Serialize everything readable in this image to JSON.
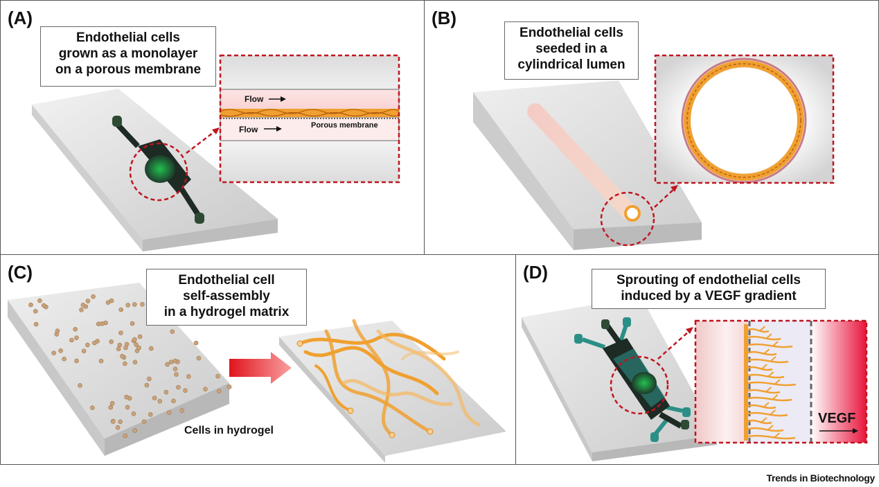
{
  "panels": {
    "a": {
      "label": "(A)",
      "title_lines": [
        "Endothelial cells",
        "grown as a monolayer",
        "on a porous membrane"
      ],
      "flow_top": "Flow",
      "flow_bottom": "Flow",
      "membrane_label": "Porous membrane"
    },
    "b": {
      "label": "(B)",
      "title_lines": [
        "Endothelial cells",
        "seeded in a",
        "cylindrical lumen"
      ]
    },
    "c": {
      "label": "(C)",
      "title_lines": [
        "Endothelial cell",
        "self-assembly",
        "in a hydrogel matrix"
      ],
      "cells_label": "Cells in hydrogel"
    },
    "d": {
      "label": "(D)",
      "title_lines": [
        "Sprouting of endothelial cells",
        "induced by a VEGF gradient"
      ],
      "vegf_label": "VEGF"
    }
  },
  "footer": "Trends in Biotechnology",
  "colors": {
    "dashed_red": "#c0141e",
    "cell_orange": "#f0a030",
    "channel_dark": "#1e2a24",
    "channel_green": "#1aa84a",
    "chip_gray": "#d6d6d6",
    "vegf_red": "#e8143c",
    "sprout_teal": "#2b8f86"
  }
}
